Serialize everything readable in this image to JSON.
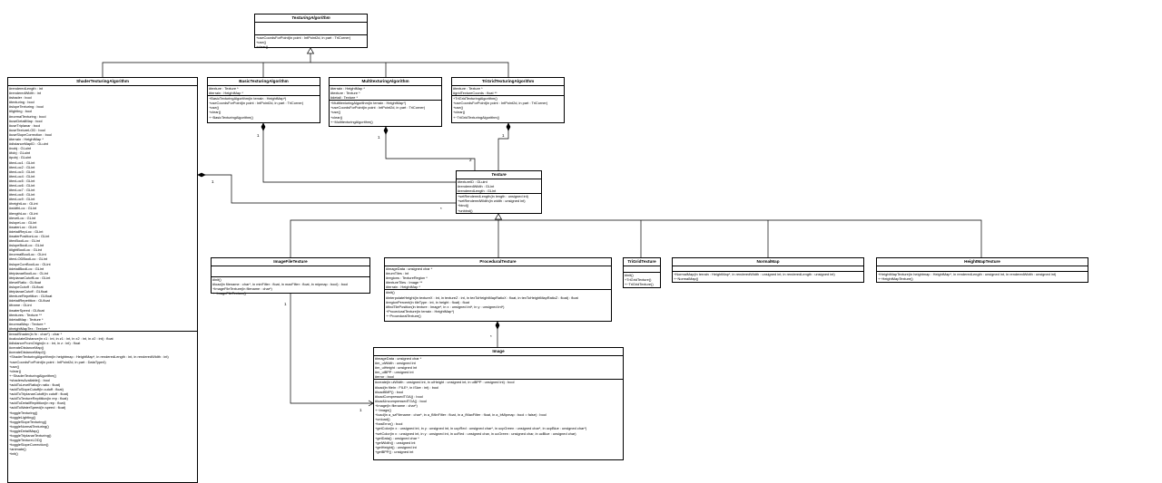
{
  "classes": {
    "texturing_algorithm": {
      "name": "TexturingAlgorithm",
      "attributes": [],
      "methods": [
        "+useCoordsForPoint(in point : IntPoint2d, in part : TriCorner)",
        "+use()",
        "+clear()"
      ]
    },
    "shader_texturing_algorithm": {
      "name": "ShaderTexturingAlgorithm",
      "attributes": [
        "#renderedLength : int",
        "#renderedWidth : int",
        "#shader : bool",
        "#texturing : bool",
        "#slopeTexturing : bool",
        "#lighting : bool",
        "#normalTexturing : bool",
        "#useDetailMap : bool",
        "#useTriplanar : bool",
        "#useTextureLOD : bool",
        "#useSlopeCorrection : bool",
        "#terrain : HeightMap *",
        "#distanceMapID : GLuint",
        "#vobj : GLuint",
        "#fobj : GLuint",
        "#pobj : GLuint",
        "#texLoc1 : GLint",
        "#texLoc2 : GLint",
        "#texLoc3 : GLint",
        "#texLoc4 : GLint",
        "#texLoc5 : GLint",
        "#texLoc6 : GLint",
        "#texLoc7 : GLint",
        "#texLoc8 : GLint",
        "#texLoc9 : GLint",
        "#heightLoc : GLint",
        "#widthLoc : GLint",
        "#lengthLoc : GLint",
        "#levelLoc : GLint",
        "#slopeLoc : GLint",
        "#waterLoc : GLint",
        "#detailRepLoc : GLint",
        "#waterPositionLoc : GLint",
        "#texBoolLoc : GLint",
        "#slopeBoolLoc : GLint",
        "#lightBoolLoc : GLint",
        "#normalBoolLoc : GLint",
        "#texLODBoolLoc : GLint",
        "#slopeCorrBoolLoc : GLint",
        "#detailBoolLoc : GLint",
        "#triplanarBoolLoc : GLint",
        "#triplanarCutoffLoc : GLint",
        "#levelRatio : GLfloat",
        "#slopeCutoff : GLfloat",
        "#triplanarCutoff : GLfloat",
        "#textureRepetition : GLfloat",
        "#detailRepetition : GLfloat",
        "#frame : GLint",
        "#waterSpeed : GLfloat",
        "#textures : Texture **",
        "#detailMap : Texture *",
        "#normalMap : Texture *",
        "#heightMapTex : Texture *"
      ],
      "methods": [
        "#readShader(in fn : char*) : char *",
        "#calculateDistance(in x1 : int, in z1 : int, in x2 : int, in z2 : int) : float",
        "#distanceFromOrigin(in x : int, in z : int) : float",
        "#createDistanceMap()",
        "#createDistanceMap2()",
        "+ShaderTexturingAlgorithm(in heightmap : HeightMap*, in renderedLength : int, in renderedWidth : int)",
        "+useCoordsForPoint(in point : IntPoint2d, in part : DataType4)",
        "+use()",
        "+clear()",
        "+~ShaderTexturingAlgorithm()",
        "+shadersAvailable() : bool",
        "+addToLevelRatio(in ratio : float)",
        "+addToSlopeCutoff(in cutoff : float)",
        "+addToTriplanarCutoff(in cutoff : float)",
        "+addToTextureRepitition(in rep : float)",
        "+addToDetailRepitition(in rep : float)",
        "+addToWaterSpeed(in speed : float)",
        "+toggleTexturing()",
        "+toggleLighting()",
        "+toggleSlopeTexturing()",
        "+toggleNormalTexturing()",
        "+toggleDetailMap()",
        "+toggleTriplanarTexturing()",
        "+toggleTextureLOD()",
        "+toggleSlopeCorrection()",
        "+animate()",
        "+init()"
      ]
    },
    "basic_texturing_algorithm": {
      "name": "BasicTexturingAlgorithm",
      "attributes": [
        "#texture : Texture *",
        "#terrain : HeightMap *"
      ],
      "methods": [
        "+BasicTexturingAlgorithm(in terrain : HeightMap*)",
        "+useCoordsForPoint(in point : IntPoint2d, in part : TriCorner)",
        "+use()",
        "+clear()",
        "+~BasicTexturingAlgorithm()"
      ]
    },
    "multitexturing_algorithm": {
      "name": "MultitexturingAlgorithm",
      "attributes": [
        "#terrain : HeightMap *",
        "#texture : Texture *",
        "#detail : Texture *"
      ],
      "methods": [
        "+MultitexturingAlgorithm(in terrain : HeightMap*)",
        "+useCoordsForPoint(in point : IntPoint2d, in part : TriCorner)",
        "+use()",
        "+clear()",
        "+~MultitexturingAlgorithm()"
      ]
    },
    "trigrid_texturing_algorithm": {
      "name": "TriGridTexturingAlgorithm",
      "attributes": [
        "#texture : Texture *",
        "#gridTextureCoords : float **"
      ],
      "methods": [
        "+TriGridTexturingAlgorithm()",
        "+useCoordsForPoint(in point : IntPoint2d, in part : TriCorner)",
        "+use()",
        "+clear()",
        "+~TriGridTexturingAlgorithm()"
      ]
    },
    "texture": {
      "name": "Texture",
      "attributes": [
        "#textureID : GLuint",
        "#renderedWidth : GLint",
        "#renderedLength : GLint"
      ],
      "methods": [
        "+setRenderedLength(in length : unsigned int)",
        "+setRenderedWidth(in width : unsigned int)",
        "+bind()",
        "+unbind()"
      ]
    },
    "image_file_texture": {
      "name": "ImageFileTexture",
      "attributes": [],
      "methods": [
        "#init()",
        "#load(in filename : char*, in minFilter : float, in maxFilter : float, in mipmap : bool) : bool",
        "+ImageFileTexture(in filename : char*)",
        "+~ImageFileTexture()"
      ]
    },
    "procedural_texture": {
      "name": "ProceduralTexture",
      "attributes": [
        "#imageData : unsigned char *",
        "#numTiles : int",
        "#regions : TextureRegion *",
        "#textureTiles : Image **",
        "#terrain : HeightMap *"
      ],
      "methods": [
        "#init()",
        "#interpolateHeight(in textureX : int, in textureZ : int, in texToHeightMapRatioX : float, in texToHeightMapRatioZ : float) : float",
        "#regionPercent(in tileType : int, in height : float) : float",
        "#findTilePosition(in texture : Image*, in x : unsigned int*, in y : unsigned int*)",
        "+ProceduralTexture(in terrain : HeightMap*)",
        "+~ProceduralTexture()"
      ]
    },
    "trigrid_texture": {
      "name": "TriGridTexture",
      "attributes": [],
      "methods": [
        "#init()",
        "+TriGridTexture()",
        "+~TriGridTexture()"
      ]
    },
    "normal_map": {
      "name": "NormalMap",
      "attributes": [],
      "methods": [
        "+NormalMap(in terrain : HeightMap*, in renderedWidth : unsigned int, in renderedLength : unsigned int)",
        "+~NormalMap()"
      ]
    },
    "height_map_texture": {
      "name": "HeightMapTexture",
      "attributes": [],
      "methods": [
        "+HeightMapTexture(in heightmap : HeightMap*, in renderedLength : unsigned int, in renderedWidth : unsigned int)",
        "+~HeightMapTexture()"
      ]
    },
    "image": {
      "name": "Image",
      "attributes": [
        "#imageData : unsigned char *",
        "#m_uiWidth : unsigned int",
        "#m_uiHeight : unsigned int",
        "#m_uiBPP : unsigned int",
        "#error : bool"
      ],
      "methods": [
        "#create(in uiWidth : unsigned int, in uiHeight : unsigned int, in uiBPP : unsigned int) : bool",
        "#load(in fileIn : FILE*, in iSize : int) : bool",
        "#loadBMP() : bool",
        "#loadCompressedTGA() : bool",
        "#loadUncompressedTGA() : bool",
        "+Image(in filename : char*)",
        "+~Image()",
        "+load(in a_szFilename : char*, in a_fMinFilter : float, in a_fMaxFilter : float, in a_bMipmap : bool = false) : bool",
        "+unload()",
        "+hasError() : bool",
        "+getColor(in x : unsigned int, in y : unsigned int, in ucpRed : unsigned char*, in ucpGreen : unsigned char*, in ucpBlue : unsigned char*)",
        "+setColor(in x : unsigned int, in y : unsigned int, in ucRed : unsigned char, in ucGreen : unsigned char, in ucBlue : unsigned char)",
        "+getData() : unsigned char *",
        "+getWidth() : unsigned int",
        "+getHeight() : unsigned int",
        "+getBPP() : unsigned int"
      ]
    }
  },
  "multiplicities": {
    "shader_to_texture_owner": "1",
    "shader_to_texture_part": "*",
    "basic_to_texture": "1",
    "multi_to_texture_owner": "1",
    "multi_to_texture_part": "2",
    "trigrid_to_texture": "1",
    "procedural_to_image": "*",
    "imagefile_to_image_owner": "1",
    "imagefile_to_image_part": "1"
  },
  "colors": {
    "line": "#000000",
    "background": "#ffffff"
  }
}
